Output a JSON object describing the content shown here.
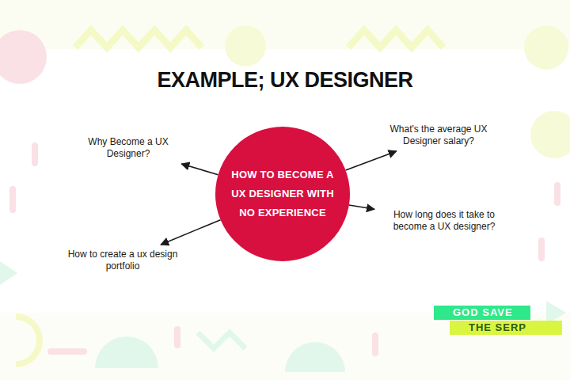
{
  "diagram": {
    "title": "EXAMPLE; UX DESIGNER",
    "nodes": [
      {
        "text": [
          "Why Become a UX Designer?"
        ]
      },
      {
        "text": [
          "What's the average UX Designer salary?"
        ]
      },
      {
        "text": [
          "HOW TO BECOME A UX DESIGNER WITH NO EXPERIENCE"
        ]
      },
      {
        "text": [
          "How long does it take to become a UX designer?"
        ]
      },
      {
        "text": [
          "How to create a ux design portfolio"
        ]
      }
    ],
    "edges": [
      {
        "from": 2,
        "to": 0,
        "arrow": "to"
      },
      {
        "from": 2,
        "to": 1,
        "arrow": "to"
      },
      {
        "from": 2,
        "to": 3,
        "arrow": "to"
      },
      {
        "from": 2,
        "to": 4,
        "arrow": "to"
      }
    ],
    "labels": [
      "GOD SAVE",
      "THE SERP"
    ]
  }
}
